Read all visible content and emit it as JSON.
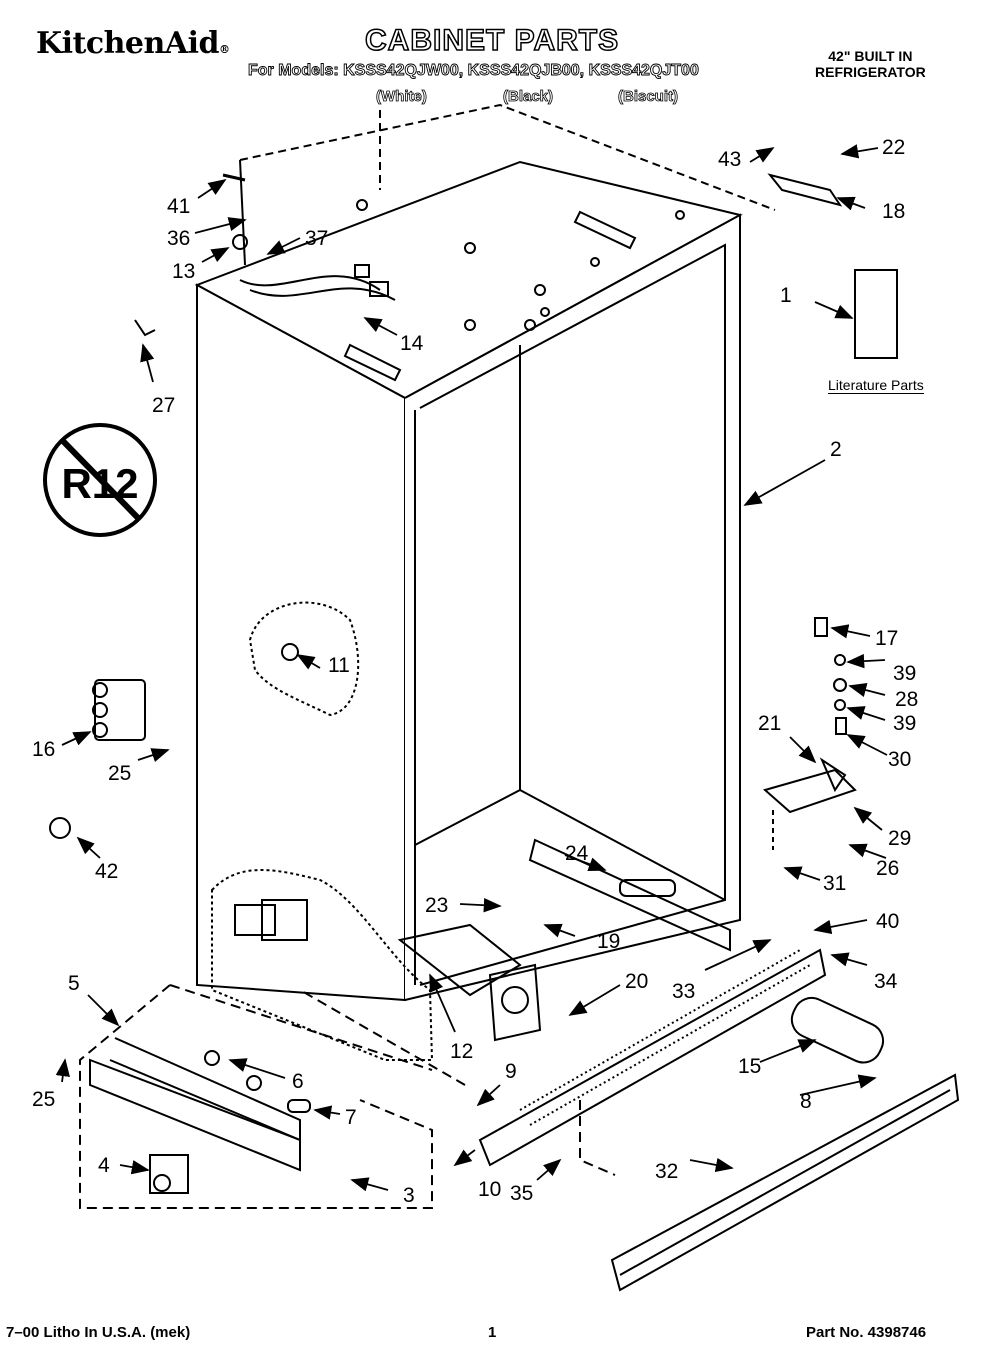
{
  "header": {
    "brand": "KitchenAid",
    "brand_mark": "®",
    "title": "CABINET PARTS",
    "models_line": "For Models: KSSS42QJW00, KSSS42QJB00, KSSS42QJT00",
    "variants": [
      "(White)",
      "(Black)",
      "(Biscuit)"
    ],
    "product_type": [
      "42\" BUILT IN",
      "REFRIGERATOR"
    ]
  },
  "diagram": {
    "literature_label": "Literature Parts",
    "callouts": [
      "1",
      "2",
      "3",
      "4",
      "5",
      "6",
      "7",
      "8",
      "9",
      "10",
      "11",
      "12",
      "13",
      "14",
      "15",
      "16",
      "17",
      "18",
      "19",
      "20",
      "21",
      "22",
      "23",
      "24",
      "25",
      "25",
      "26",
      "27",
      "28",
      "29",
      "30",
      "31",
      "32",
      "33",
      "34",
      "35",
      "36",
      "37",
      "39",
      "39",
      "40",
      "41",
      "42",
      "43"
    ]
  },
  "footer": {
    "litho": "7–00 Litho In U.S.A. (mek)",
    "page": "1",
    "part_no": "Part No. 4398746"
  }
}
